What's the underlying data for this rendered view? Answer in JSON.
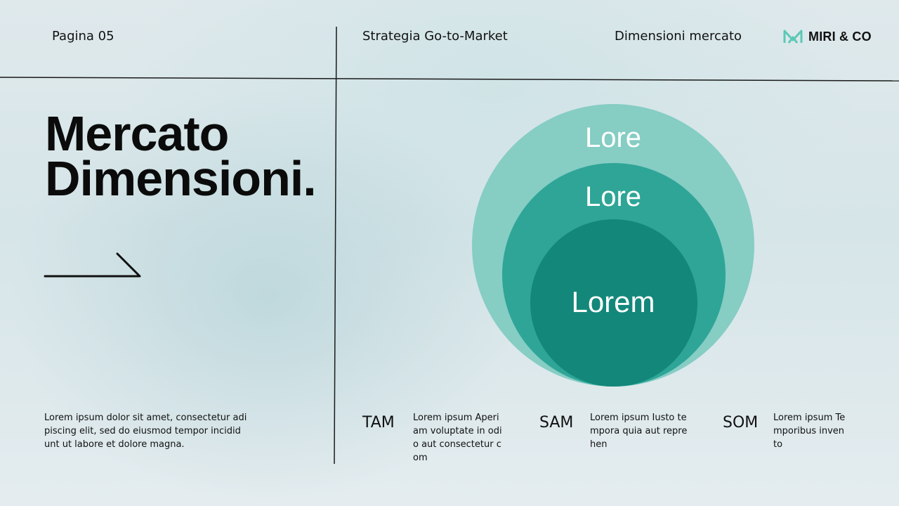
{
  "header": {
    "page": "Pagina 05",
    "section": "Strategia Go-to-Market",
    "topic": "Dimensioni mercato",
    "brand": "MIRI & CO",
    "brand_icon": "m-logo-icon"
  },
  "title": {
    "line1": "Mercato",
    "line2": "Dimensioni."
  },
  "intro": "Lorem ipsum dolor sit amet, consectetur adi piscing elit, sed do eiusmod tempor incidid unt ut labore et dolore magna.",
  "circles": {
    "outer": "Lore",
    "middle": "Lore",
    "inner": "Lorem"
  },
  "metrics": [
    {
      "label": "TAM",
      "text": "Lorem ipsum Aperi am voluptate in odi o aut consectetur c om"
    },
    {
      "label": "SAM",
      "text": "Lorem ipsum Iusto te mpora quia aut repre hen"
    },
    {
      "label": "SOM",
      "text": "Lorem ipsum Te mporibus inven to"
    }
  ],
  "colors": {
    "outer": "#86cdc4",
    "middle": "#2ea597",
    "inner": "#13877a",
    "logo": "#5cc8b6"
  }
}
